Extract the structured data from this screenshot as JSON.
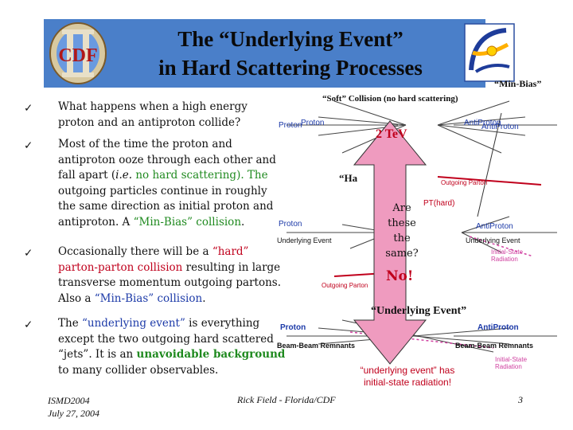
{
  "title": {
    "line1": "The “Underlying Event”",
    "line2": "in Hard Scattering Processes"
  },
  "logos": {
    "left": "CDF",
    "right_label": "“Min-Bias”"
  },
  "bullets": [
    {
      "lines": [
        "What happens when a high energy",
        "proton and an antiproton collide?"
      ]
    },
    {
      "lines": [
        "Most of the time the proton and",
        "antiproton ooze through each other and",
        "fall apart (",
        "i.e.",
        " no hard scattering). The",
        "outgoing particles continue in roughly",
        "the same direction as initial proton and",
        "antiproton. A ",
        "“Min-Bias” collision",
        "."
      ]
    },
    {
      "lines": [
        "Occasionally there will be a ",
        "“hard”",
        "parton-parton collision",
        " resulting in large",
        "transverse momentum outgoing partons.",
        "Also a ",
        "“Min-Bias” collision",
        "."
      ]
    },
    {
      "lines": [
        "The ",
        "“underlying event”",
        " is everything",
        "except the two outgoing hard scattered",
        "“jets”. It is an ",
        "unavoidable background",
        "to many collider observables."
      ]
    }
  ],
  "diagram": {
    "soft_title": "“Soft” Collision (no hard scattering)",
    "proton": "Proton",
    "antiproton": "AntiProton",
    "energy": "2 TeV",
    "hard_partial": "“Ha",
    "outgoing_parton": "Outgoing Parton",
    "pt_hard": "PT(hard)",
    "underlying_event": "Underlying Event",
    "initial_state_radiation": "Initial-State Radiation",
    "question": [
      "Are",
      "these",
      "the",
      "same?"
    ],
    "answer": "No!",
    "underlying_title": "“Underlying Event”",
    "beam_remnants": "Beam-Beam Remnants",
    "isr_note": [
      "“underlying event” has",
      "initial-state radiation!"
    ]
  },
  "footer": {
    "conference": "ISMD2004",
    "date": "July 27, 2004",
    "author": "Rick Field - Florida/CDF",
    "page": "3"
  },
  "colors": {
    "banner": "#4a7fc9",
    "accent_red": "#c0001c",
    "accent_blue": "#1c3aa8",
    "accent_green": "#1f8a1f",
    "arrow_fill": "#ef9bbf"
  }
}
